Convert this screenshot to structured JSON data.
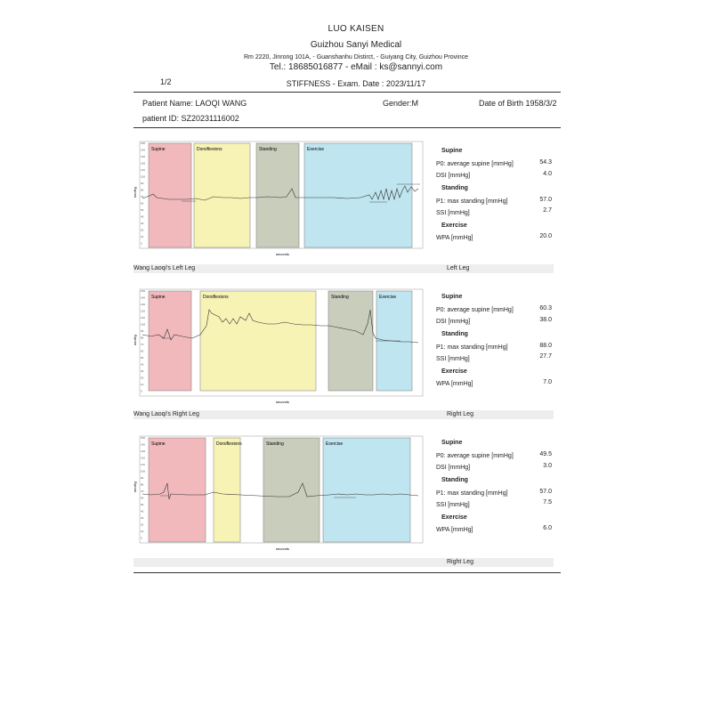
{
  "header": {
    "name": "LUO KAISEN",
    "company": "Guizhou Sanyi Medical",
    "address": "Rm 2220, Jinrong 101A, -  Guanshanhu Distirct, -  Guiyang City, Guizhou Province",
    "contact": "Tel.:  18685016877 - eMail : ks@sannyi.com",
    "page": "1/2",
    "exam": "STIFFNESS -  Exam. Date :   2023/11/17"
  },
  "patient": {
    "name": "Patient Name: LAOQI WANG",
    "gender": "Gender:M",
    "dob": "Date of Birth 1958/3/2",
    "id": "patient ID:  SZ20231116002"
  },
  "panels": [
    {
      "caption_left": "Wang Laoqi's Left Leg",
      "caption_right": "Left Leg",
      "sections": [
        "Supine",
        "Dorsiflexions",
        "Standing",
        "Exercise"
      ],
      "stats": {
        "supine_title": "Supine",
        "p0_label": "P0: average supine [mmHg]",
        "p0": "54.3",
        "dsi_label": "DSI [mmHg]",
        "dsi": "4.0",
        "standing_title": "Standing",
        "p1_label": "P1: max standing [mmHg]",
        "p1": "57.0",
        "ssi_label": "SSI [mmHg]",
        "ssi": "2.7",
        "exercise_title": "Exercise",
        "wpa_label": "WPA [mmHg]",
        "wpa": "20.0"
      }
    },
    {
      "caption_left": "Wang Laoqi's Right Leg",
      "caption_right": "Right Leg",
      "sections": [
        "Supine",
        "Dorsiflexions",
        "Standing",
        "Exercise"
      ],
      "stats": {
        "supine_title": "Supine",
        "p0_label": "P0: average supine [mmHg]",
        "p0": "60.3",
        "dsi_label": "DSI [mmHg]",
        "dsi": "38.0",
        "standing_title": "Standing",
        "p1_label": "P1: max standing [mmHg]",
        "p1": "88.0",
        "ssi_label": "SSI [mmHg]",
        "ssi": "27.7",
        "exercise_title": "Exercise",
        "wpa_label": "WPA [mmHg]",
        "wpa": "7.0"
      }
    },
    {
      "caption_left": "",
      "caption_right": "Right Leg",
      "sections": [
        "Supine",
        "Dorsiflexions",
        "Standing",
        "Exercise"
      ],
      "stats": {
        "supine_title": "Supine",
        "p0_label": "P0: average supine [mmHg]",
        "p0": "49.5",
        "dsi_label": "DSI [mmHg]",
        "dsi": "3.0",
        "standing_title": "Standing",
        "p1_label": "P1: max standing [mmHg]",
        "p1": "57.0",
        "ssi_label": "SSI [mmHg]",
        "ssi": "7.5",
        "exercise_title": "Exercise",
        "wpa_label": "WPA [mmHg]",
        "wpa": "6.0"
      }
    }
  ],
  "plot_axis": {
    "xlabel": "seconds",
    "ylabel": "mmHg",
    "yticks": [
      "150",
      "140",
      "130",
      "120",
      "110",
      "100",
      "90",
      "80",
      "70",
      "60",
      "50",
      "40",
      "30",
      "20",
      "10",
      "0"
    ]
  },
  "colors": {
    "supine": "#f2b9bd",
    "dorsiflexions": "#f7f3b5",
    "standing": "#c9cdbb",
    "exercise": "#bfe5f0",
    "trace": "#333333",
    "text": "#222222"
  }
}
